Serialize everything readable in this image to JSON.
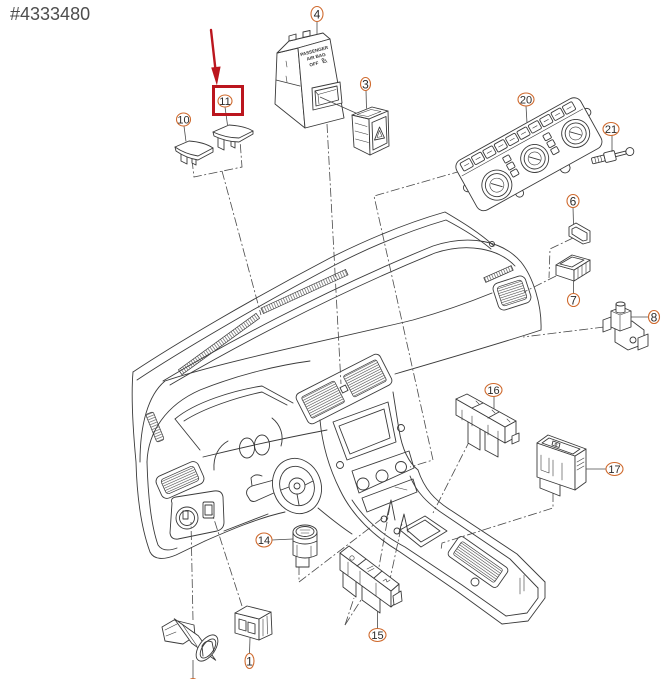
{
  "watermark": {
    "text": "#4333480"
  },
  "colors": {
    "linework": "#3a3a3a",
    "callout_ring": "#cf6a2e",
    "highlight": "#bb161e"
  },
  "highlight": {
    "callout_number": "11"
  },
  "callouts": [
    {
      "number": "1"
    },
    {
      "number": "3"
    },
    {
      "number": "4"
    },
    {
      "number": "6"
    },
    {
      "number": "7"
    },
    {
      "number": "8"
    },
    {
      "number": "10"
    },
    {
      "number": "11"
    },
    {
      "number": "14"
    },
    {
      "number": "15"
    },
    {
      "number": "16"
    },
    {
      "number": "17"
    },
    {
      "number": "20"
    },
    {
      "number": "21"
    }
  ],
  "airbag_indicator_label": {
    "line1": "PASSENGER",
    "line2": "AIR BAG",
    "line3": "OFF"
  }
}
